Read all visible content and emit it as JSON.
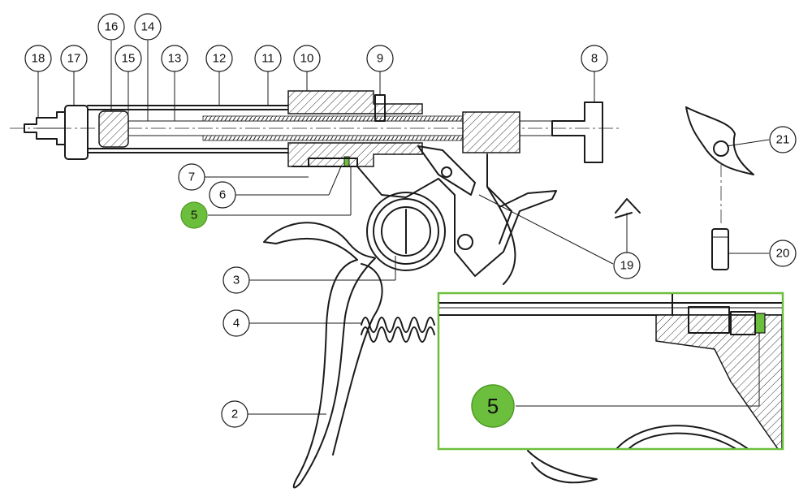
{
  "colors": {
    "highlight": "#6cbf3c",
    "highlight_border": "#6cbf3c",
    "ink": "#1a1a1a"
  },
  "callouts": [
    {
      "id": "18",
      "label": "18"
    },
    {
      "id": "17",
      "label": "17"
    },
    {
      "id": "16",
      "label": "16"
    },
    {
      "id": "15",
      "label": "15"
    },
    {
      "id": "14",
      "label": "14"
    },
    {
      "id": "13",
      "label": "13"
    },
    {
      "id": "12",
      "label": "12"
    },
    {
      "id": "11",
      "label": "11"
    },
    {
      "id": "10",
      "label": "10"
    },
    {
      "id": "9",
      "label": "9"
    },
    {
      "id": "8",
      "label": "8"
    },
    {
      "id": "21",
      "label": "21"
    },
    {
      "id": "7",
      "label": "7"
    },
    {
      "id": "6",
      "label": "6"
    },
    {
      "id": "5",
      "label": "5",
      "highlighted": true
    },
    {
      "id": "19",
      "label": "19"
    },
    {
      "id": "20",
      "label": "20"
    },
    {
      "id": "3",
      "label": "3"
    },
    {
      "id": "4",
      "label": "4"
    },
    {
      "id": "2",
      "label": "2"
    }
  ],
  "inset": {
    "callout_label": "5"
  }
}
